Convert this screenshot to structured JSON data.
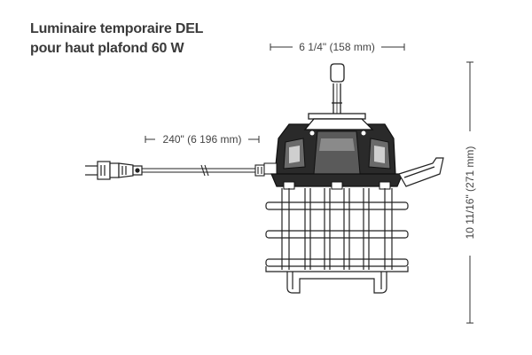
{
  "title": {
    "line1": "Luminaire temporaire DEL",
    "line2": "pour haut plafond 60 W"
  },
  "dimensions": {
    "width": "6 1/4\" (158 mm)",
    "cord_length": "240\" (6 196 mm)",
    "height": "10 11/16\" (271 mm)"
  },
  "colors": {
    "text": "#3a3a3a",
    "line": "#333333",
    "dark": "#1e1e1e"
  }
}
